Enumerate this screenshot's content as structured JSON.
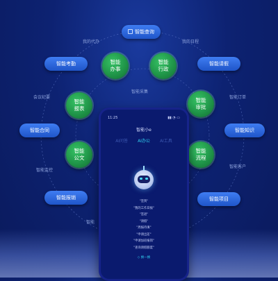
{
  "top_pill": "智能查询",
  "pills": {
    "left1": "智能考勤",
    "right1": "智能请假",
    "left2": "智能合同",
    "right2": "智能知识",
    "left3": "智能报销",
    "right3": "智能项目"
  },
  "circles": {
    "banshi": "智能\n办事",
    "xingzheng": "智能\n行政",
    "baobiao": "智能\n报表",
    "shenpi": "智能\n审批",
    "gongwen": "智能\n公文",
    "liucheng": "智能\n流程"
  },
  "labels": {
    "daiban": "我的代办",
    "richeng": "我的日程",
    "huiyi": "会议纪要",
    "caiji": "智能采集",
    "dingdan": "智能订单",
    "jiankong": "智能监控",
    "kehu": "智能客户",
    "bottom": "智能"
  },
  "phone": {
    "time": "11:25",
    "signal": "▮▮ ◔ ▭",
    "title": "智能小e",
    "tabs": [
      "AI问答",
      "AI办公",
      "AI工具"
    ],
    "active_tab": 1,
    "suggestions": [
      "\"签到\"",
      "\"我的工作日报\"",
      "\"签退\"",
      "\"请假\"",
      "\"周报待填\"",
      "\"申请出差\"",
      "\"申请加班报销\"",
      "\"查询请假额度\""
    ],
    "more": "◇ 换一换"
  },
  "colors": {
    "pill": "#2f6ae0",
    "circle": "#1e9146",
    "accent": "#30d0ef"
  }
}
